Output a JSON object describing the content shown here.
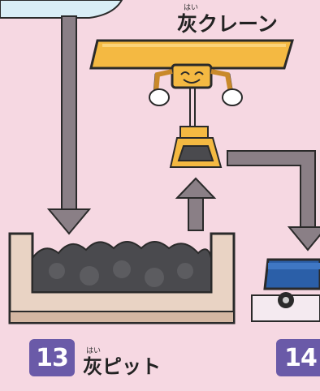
{
  "crane": {
    "ruby": "はい",
    "label": "灰クレーン"
  },
  "pit": {
    "number": "13",
    "ruby": "はい",
    "label": "灰ピット"
  },
  "next": {
    "number": "14"
  },
  "colors": {
    "background": "#f6d8e2",
    "arrow": "#8a7f86",
    "crane_beam": "#f4b942",
    "pit_wall": "#e9d3c4",
    "ash": "#4a4a4e",
    "truck": "#2b5fa8",
    "badge": "#6a5aa8"
  }
}
